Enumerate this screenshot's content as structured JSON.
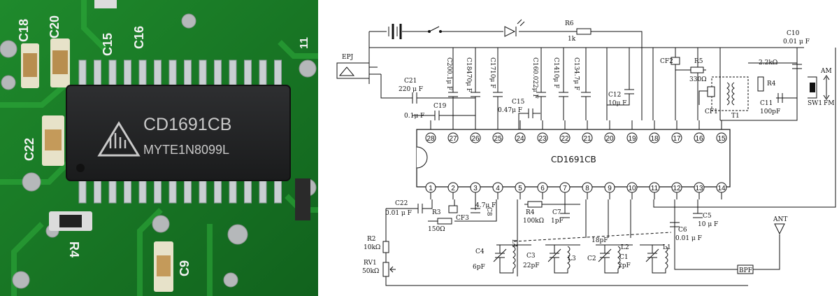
{
  "photo": {
    "silkscreen": [
      "C18",
      "C20",
      "C15",
      "C16",
      "C22",
      "R4",
      "C9",
      "11"
    ],
    "chip_marking_line1": "CD1691CB",
    "chip_marking_line2": "MYTE1N8099L"
  },
  "schematic": {
    "ic_name": "CD1691CB",
    "pins_top": [
      "28",
      "27",
      "26",
      "25",
      "24",
      "23",
      "22",
      "21",
      "20",
      "19",
      "18",
      "17",
      "16",
      "15"
    ],
    "pins_bottom": [
      "1",
      "2",
      "3",
      "4",
      "5",
      "6",
      "7",
      "8",
      "9",
      "10",
      "11",
      "12",
      "13",
      "14"
    ],
    "labels": {
      "epj": "EPJ",
      "r6": "R6",
      "r6v": "1k",
      "c10": "C10",
      "c10v": "0.01 μ F",
      "c21": "C21",
      "c21v": "220 μ F",
      "c19": "C19",
      "c19v": "0.1μ F",
      "c20": "C20",
      "c20v": "0.1μ F",
      "c18": "C18",
      "c18v": "470μ F",
      "c17": "C17",
      "c17v": "10μ F",
      "c16": "C16",
      "c16v": "0.022μ F",
      "c14": "C14",
      "c14v": "10μ F",
      "c13": "C13",
      "c13v": "4.7μ F",
      "c15": "C15",
      "c15v": "0.47μ F",
      "c12": "C12",
      "c12v": "10μ F",
      "cf2": "CF2",
      "r5": "R5",
      "r5v": "330Ω",
      "r22k": "2.2kΩ",
      "r4top": "R4",
      "am": "AM",
      "sw1": "SW1",
      "fm": "FM",
      "cf1": "CF1",
      "t1": "T1",
      "c11": "C11",
      "c11v": "100pF",
      "c22": "C22",
      "c22v": "0.01 μ F",
      "r3": "R3",
      "r3v": "150Ω",
      "cf3": "CF3",
      "c8": "C8",
      "c8v": "4.7μ F",
      "r4": "R4",
      "r4v": "100kΩ",
      "c7": "C7",
      "c7v": "1pF",
      "c5": "C5",
      "c5v": "10 μ F",
      "c6": "C6",
      "c6v": "0.01 μ F",
      "ant": "ANT",
      "r2": "R2",
      "r2v": "10kΩ",
      "rv1": "RV1",
      "rv1v": "50kΩ",
      "c4": "C4",
      "c4v": "6pF",
      "l4": "L4",
      "c3": "C3",
      "c3v": "22pF",
      "l3": "L3",
      "c2": "C2",
      "c2v": "18pF",
      "l2": "L2",
      "c1": "C1",
      "c1v": "2pF",
      "l1": "L1",
      "bpf": "BPF"
    }
  }
}
